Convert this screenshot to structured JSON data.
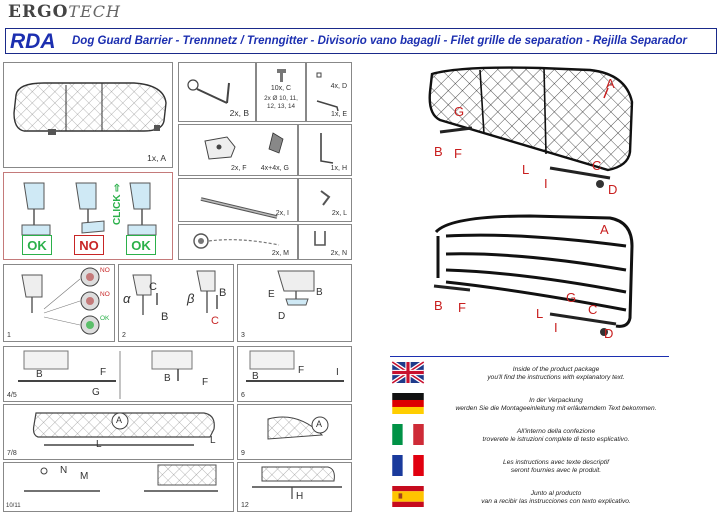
{
  "header": {
    "logo_bold": "ERGO",
    "logo_italic": "TECH",
    "model": "RDA",
    "headline": "Dog Guard Barrier - Trennnetz / Trenngitter - Divisorio vano bagagli - Filet grille de separation - Rejilla Separador"
  },
  "parts": {
    "A": "1x, A",
    "B": "2x, B",
    "C_qty": "10x, C",
    "C_sizes": "2x Ø 10, 11, 12, 13, 14",
    "D": "4x, D",
    "E": "1x, E",
    "F": "2x, F",
    "G": "4x+4x, G",
    "H": "1x, H",
    "I": "2x, I",
    "L": "2x, L",
    "M": "2x, M",
    "N": "2x, N"
  },
  "check": {
    "ok1": "OK",
    "no": "NO",
    "ok2": "OK",
    "click": "CLICK ⇨"
  },
  "steps": {
    "s1": "1",
    "s2": "2",
    "s3": "3",
    "s45": "4/5",
    "s6": "6",
    "s78": "7/8",
    "s9": "9",
    "s1011": "10/11",
    "s12": "12",
    "step1_marks": [
      "NO",
      "NO",
      "OK"
    ],
    "alpha": "α",
    "beta": "β",
    "letters": {
      "A": "A",
      "B": "B",
      "C": "C",
      "D": "D",
      "E": "E",
      "F": "F",
      "G": "G",
      "H": "H",
      "I": "I",
      "L": "L",
      "M": "M",
      "N": "N"
    }
  },
  "photo_labels": {
    "top": [
      "A",
      "G",
      "B",
      "F",
      "L",
      "I",
      "C",
      "D"
    ],
    "bottom": [
      "A",
      "B",
      "F",
      "G",
      "L",
      "I",
      "C",
      "D"
    ]
  },
  "languages": [
    {
      "flag": "uk",
      "line1": "Inside of the product package",
      "line2": "you'll find the instructions with explanatory text."
    },
    {
      "flag": "de",
      "line1": "In der Verpackung",
      "line2": "werden Sie die Montageeinleitung mit erläuterndem Text bekommen."
    },
    {
      "flag": "it",
      "line1": "All'interno della confezione",
      "line2": "troverete le istruzioni complete di testo esplicativo."
    },
    {
      "flag": "fr",
      "line1": "Les instructions avec texte descriptif",
      "line2": "seront fournies avec le produit."
    },
    {
      "flag": "es",
      "line1": "Junto al producto",
      "line2": "van a recibir las instrucciones con texto explicativo."
    }
  ],
  "colors": {
    "brand_blue": "#1c2fb0",
    "ok_green": "#2bb04a",
    "no_red": "#c72525",
    "label_red": "#c81e1e"
  }
}
